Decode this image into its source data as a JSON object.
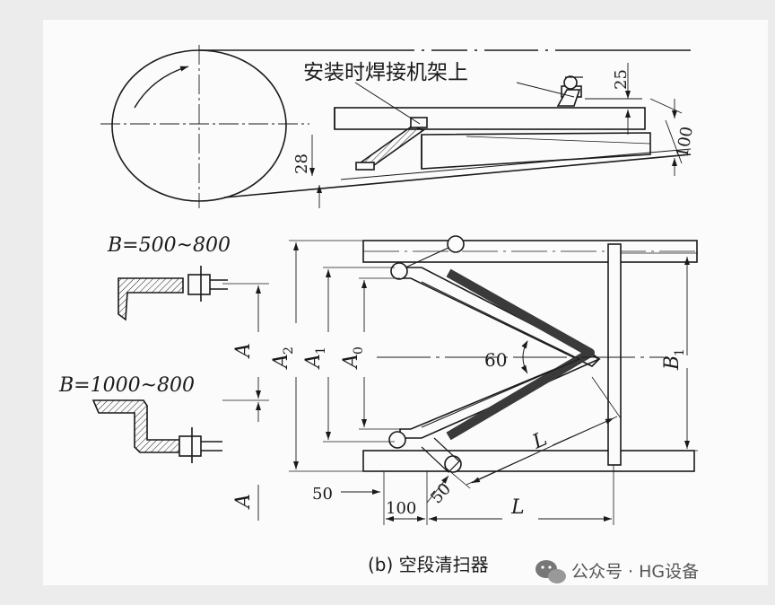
{
  "diagram": {
    "top_annotation": "安装时焊接机架上",
    "dim_25": "25",
    "dim_100_top": "100",
    "dim_28": "28",
    "label_B_small": "B=500~800",
    "label_B_large": "B=1000~800",
    "dim_A_upper": "A",
    "dim_A_lower": "A",
    "dim_A2": "A",
    "dim_A2_sub": "2",
    "dim_A1": "A",
    "dim_A1_sub": "1",
    "dim_A0": "A",
    "dim_A0_sub": "0",
    "angle_60": "60",
    "dim_B1": "B",
    "dim_B1_sub": "1",
    "dim_L_diag": "L",
    "dim_L_bottom": "L",
    "dim_50_left": "50",
    "dim_50_diag": "50",
    "dim_100_bottom": "100",
    "caption": "(b) 空段清扫器"
  },
  "watermark": {
    "text": "公众号 · HG设备",
    "icon": "wechat-icon"
  }
}
